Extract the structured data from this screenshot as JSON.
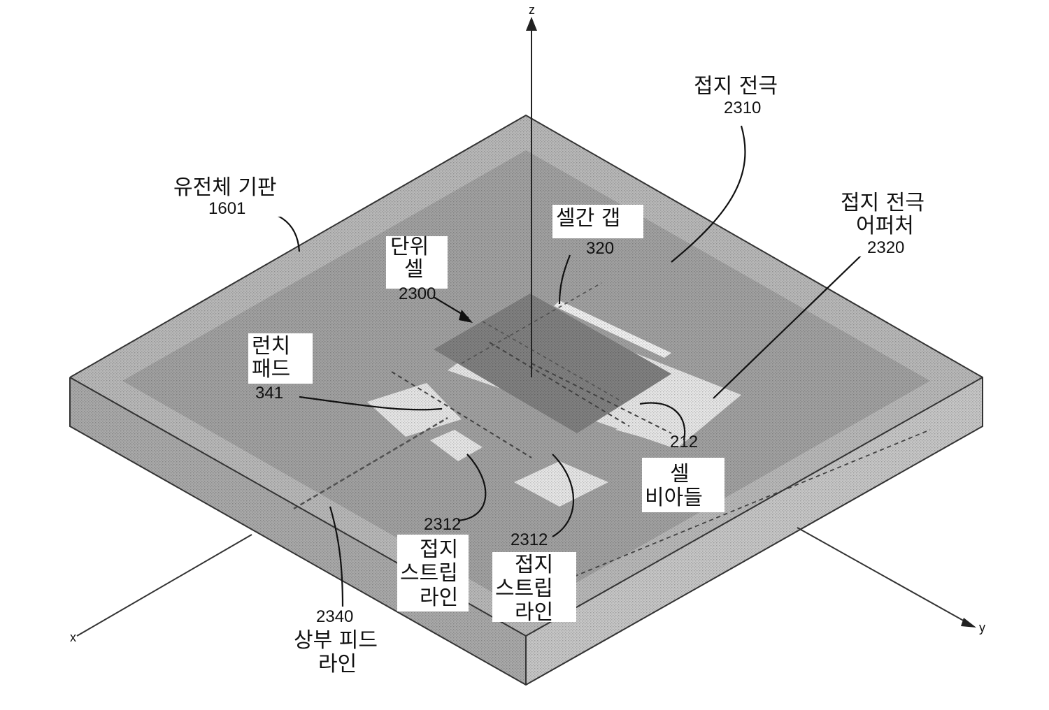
{
  "axes": {
    "z": "z",
    "x": "x",
    "y": "y"
  },
  "labels": {
    "substrate": {
      "text": "유전체 기판",
      "ref": "1601"
    },
    "ground_electrode": {
      "text": "접지 전극",
      "ref": "2310"
    },
    "ground_aperture": {
      "line1": "접지 전극",
      "line2": "어퍼처",
      "ref": "2320"
    },
    "intercell_gap": {
      "text": "셀간 갭",
      "ref": "320"
    },
    "unit_cell": {
      "line1": "단위",
      "line2": "셀",
      "ref": "2300"
    },
    "launch_pad": {
      "line1": "런치",
      "line2": "패드",
      "ref": "341"
    },
    "cell_vias": {
      "ref": "212",
      "line1": "셀",
      "line2": "비아들"
    },
    "strip_left": {
      "ref": "2312",
      "line1": "접지",
      "line2": "스트립",
      "line3": "라인"
    },
    "strip_right": {
      "ref": "2312",
      "line1": "접지",
      "line2": "스트립",
      "line3": "라인"
    },
    "feed_line": {
      "ref": "2340",
      "line1": "상부 피드",
      "line2": "라인"
    }
  },
  "colors": {
    "substrate_top": "#b8b8b8",
    "substrate_side": "#c6c6c6",
    "substrate_front": "#a9a9a9",
    "ground_plane": "#9a9a9a",
    "aperture": "#e6e6e6",
    "unit_cell": "#808080",
    "line": "#111111"
  }
}
